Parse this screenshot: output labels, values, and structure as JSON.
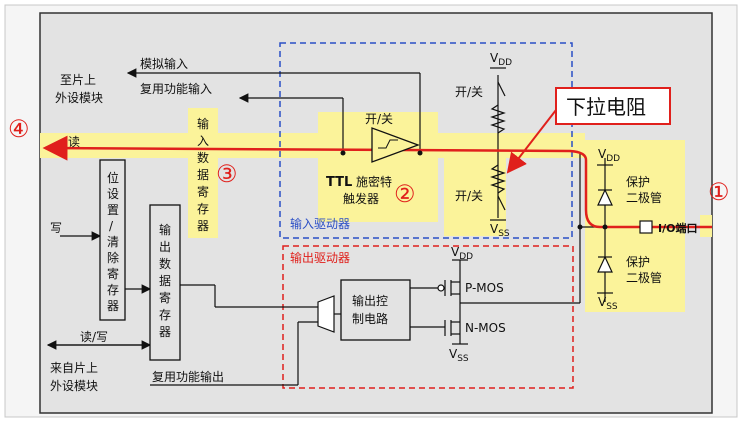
{
  "labels": {
    "to_peripheral": [
      "至片上",
      "外设模块"
    ],
    "analog_input": "模拟输入",
    "alt_func_input": "复用功能输入",
    "read": "读",
    "write": "写",
    "read_write": "读/写",
    "from_peripheral": [
      "来自片上",
      "外设模块"
    ],
    "alt_func_output": "复用功能输出",
    "bit_set_reset_reg": [
      "位",
      "设",
      "置",
      "/",
      "清",
      "除",
      "寄",
      "存",
      "器"
    ],
    "input_data_reg": [
      "输",
      "入",
      "数",
      "据",
      "寄",
      "存",
      "器"
    ],
    "output_data_reg": [
      "输",
      "出",
      "数",
      "据",
      "寄",
      "存",
      "器"
    ],
    "on_off": "开/关",
    "ttl": "TTL",
    "schmitt_1": "施密特",
    "schmitt_2": "触发器",
    "input_driver": "输入驱动器",
    "output_driver": "输出驱动器",
    "output_ctrl": [
      "输出控",
      "制电路"
    ],
    "pmos": "P-MOS",
    "nmos": "N-MOS",
    "vdd": "V",
    "vdd_sub": "DD",
    "vss": "V",
    "vss_sub": "SS",
    "protect_1": "保护",
    "protect_2": "二极管",
    "io_port": "I/O端口",
    "pulldown_callout": "下拉电阻"
  },
  "markers": [
    "①",
    "②",
    "③",
    "④"
  ],
  "colors": {
    "highlight": "#fbf39a",
    "signal_path": "#e0201c",
    "input_box": "#2b4fc6",
    "output_box": "#e0201c",
    "panel": "#e3e3e3"
  }
}
